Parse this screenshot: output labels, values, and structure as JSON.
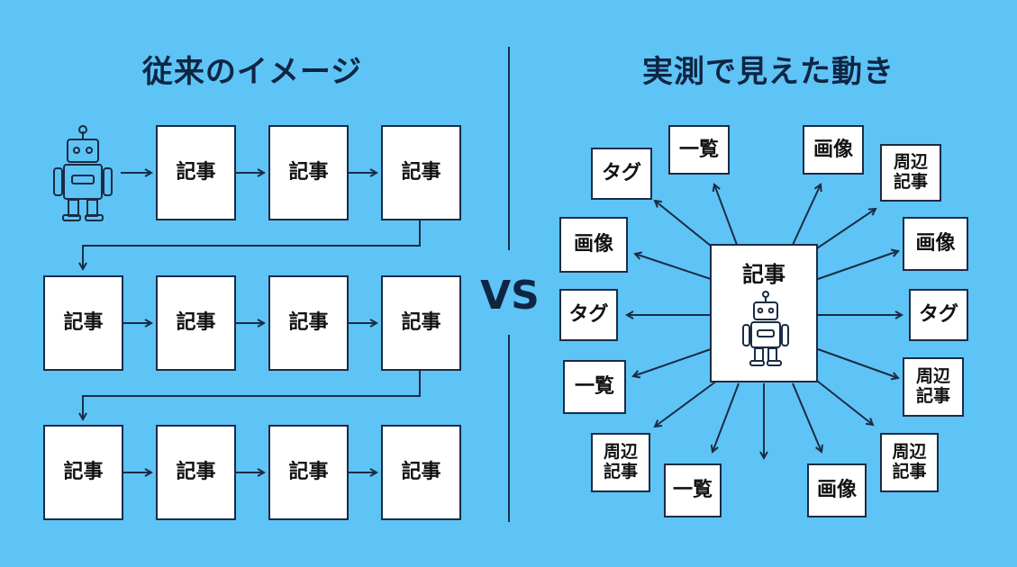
{
  "left_title": "従来のイメージ",
  "right_title": "実測で見えた動き",
  "vs_label": "VS",
  "article": "記事",
  "center_label": "記事",
  "right_labels": {
    "tag": "タグ",
    "list": "一覧",
    "image": "画像",
    "related_line1": "周辺",
    "related_line2": "記事"
  },
  "colors": {
    "background": "#5ec4f5",
    "ink": "#1b2b45",
    "title": "#0f2544"
  }
}
